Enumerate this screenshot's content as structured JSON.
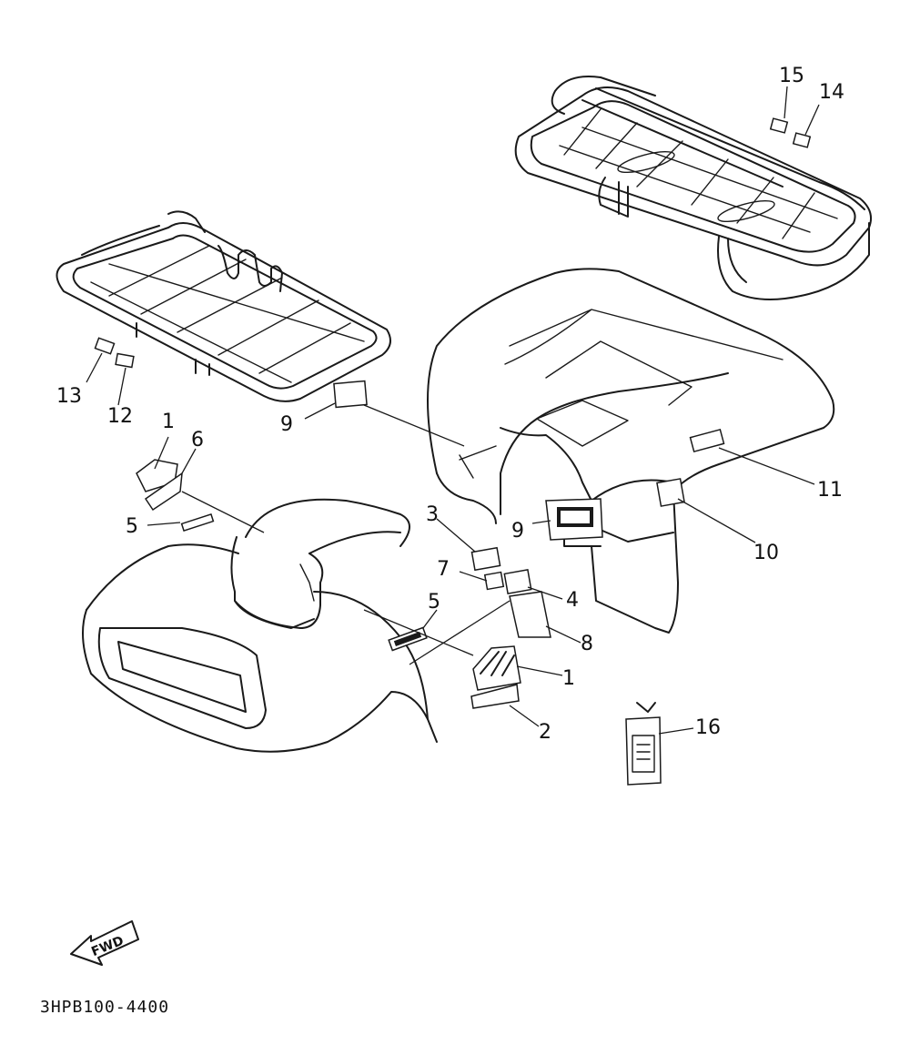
{
  "diagram": {
    "code": "3HPB100-4400",
    "fwd_label": "FWD",
    "callouts": {
      "c1a": "1",
      "c1b": "1",
      "c2": "2",
      "c3": "3",
      "c4": "4",
      "c5a": "5",
      "c5b": "5",
      "c6": "6",
      "c7": "7",
      "c8": "8",
      "c9a": "9",
      "c9b": "9",
      "c10": "10",
      "c11": "11",
      "c12": "12",
      "c13": "13",
      "c14": "14",
      "c15": "15",
      "c16": "16"
    }
  }
}
